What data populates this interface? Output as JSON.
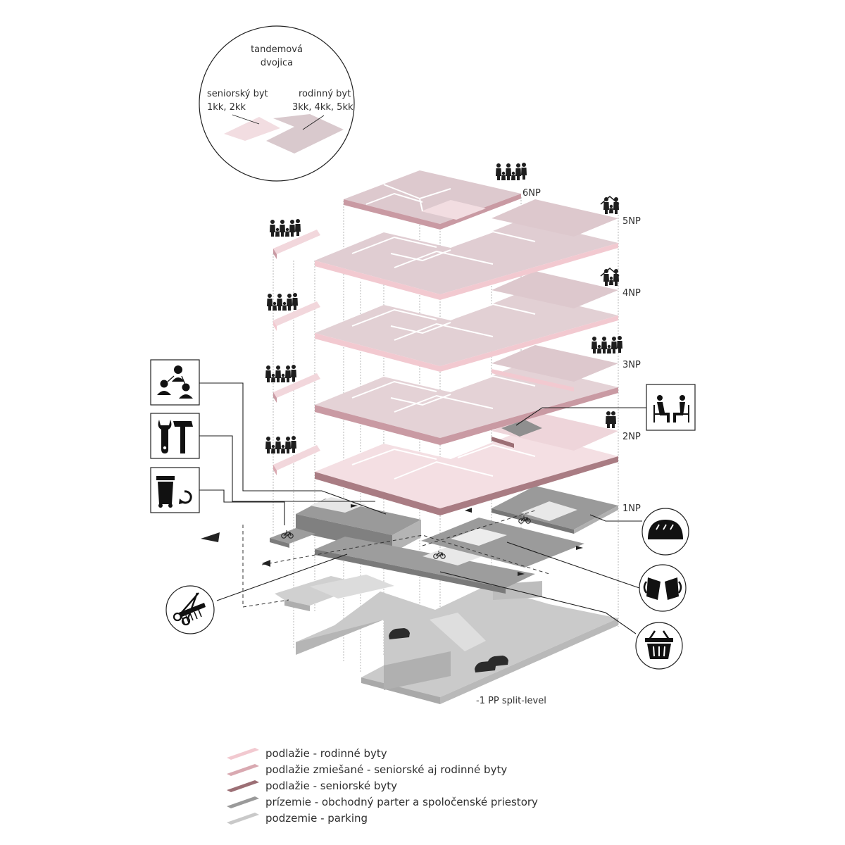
{
  "inset": {
    "title_line1": "tandemová",
    "title_line2": "dvojica",
    "left_label_line1": "seniorský byt",
    "left_label_line2": "1kk, 2kk",
    "right_label_line1": "rodinný byt",
    "right_label_line2": "3kk, 4kk, 5kk"
  },
  "floors": {
    "f6": "6NP",
    "f5": "5NP",
    "f4": "4NP",
    "f3": "3NP",
    "f2": "2NP",
    "f1": "1NP",
    "basement": "-1 PP split-level"
  },
  "colors": {
    "family": "#f2d7dc",
    "family_edge": "#e8b3bd",
    "mixed": "#dcc8cd",
    "mixed_edge": "#c99aa3",
    "senior_edge": "#9c6f75",
    "ground": "#a2a2a2",
    "ground_dark": "#7d7d7d",
    "basement": "#c8c8c8",
    "basement_dark": "#a9a9a9"
  },
  "icons": {
    "community": "community-network-icon",
    "tools": "wrench-hammer-icon",
    "waste": "trash-recycle-icon",
    "elderly": "elderly-seated-icon",
    "bakery": "bread-icon",
    "pub": "beer-mugs-icon",
    "shop": "shopping-basket-icon",
    "barber": "scissors-comb-icon",
    "bicycle": "bicycle-icon",
    "family": "family-silhouette-icon",
    "house": "house-family-icon",
    "senior": "senior-couple-icon",
    "car": "car-icon"
  },
  "legend": [
    {
      "label": "podlažie - rodinné byty",
      "color": "#f2c9d0"
    },
    {
      "label": "podlažie zmiešané - seniorské aj rodinné byty",
      "color": "#d9a9b1"
    },
    {
      "label": "podlažie - seniorské byty",
      "color": "#9c6f75"
    },
    {
      "label": "prízemie - obchodný parter a spoločenské priestory",
      "color": "#9a9a9a"
    },
    {
      "label": "podzemie - parking",
      "color": "#c9c9c9"
    }
  ]
}
